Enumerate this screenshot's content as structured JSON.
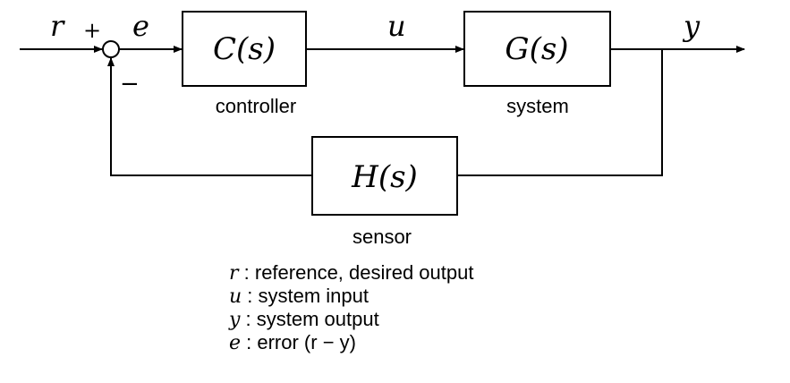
{
  "diagram": {
    "signals": {
      "reference": "r",
      "error": "e",
      "control": "u",
      "output": "y"
    },
    "summing_junction": {
      "plus_sign": "+",
      "minus_sign": "−"
    },
    "blocks": {
      "controller": {
        "transfer_function": "C(s)",
        "caption": "controller"
      },
      "system": {
        "transfer_function": "G(s)",
        "caption": "system"
      },
      "sensor": {
        "transfer_function": "H(s)",
        "caption": "sensor"
      }
    }
  },
  "legend": [
    {
      "symbol": "r",
      "description": " : reference, desired output"
    },
    {
      "symbol": "u",
      "description": " : system input"
    },
    {
      "symbol": "y",
      "description": " : system output"
    },
    {
      "symbol": "e",
      "description": " : error (r − y)"
    }
  ]
}
